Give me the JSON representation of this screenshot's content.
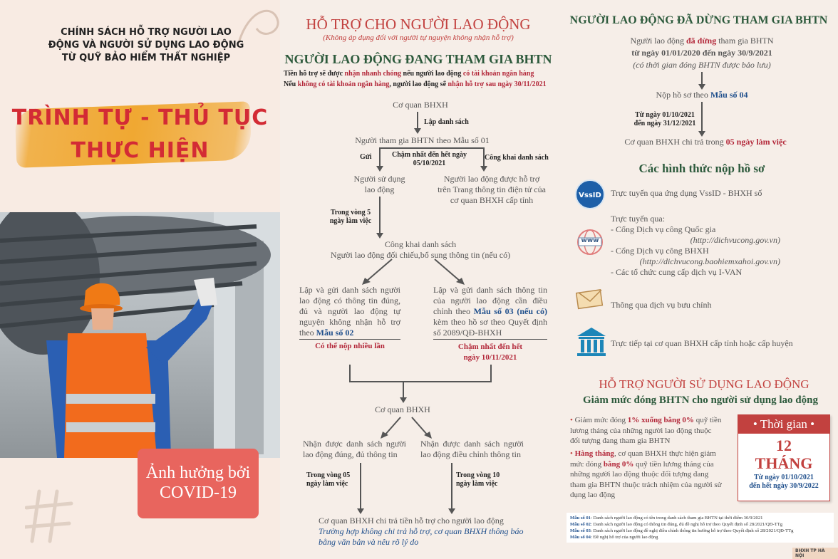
{
  "left": {
    "header_line1": "CHÍNH SÁCH HỖ TRỢ NGƯỜI LAO",
    "header_line2": "ĐỘNG VÀ NGƯỜI SỬ DỤNG LAO ĐỘNG",
    "header_line3": "TỪ QUỸ BẢO HIỂM THẤT NGHIỆP",
    "title_line1": "TRÌNH TỰ - THỦ TỤC",
    "title_line2": "THỰC HIỆN",
    "covid_line1": "Ảnh hưởng bởi",
    "covid_line2": "COVID-19"
  },
  "middle": {
    "heading": "HỖ TRỢ CHO NGƯỜI LAO ĐỘNG",
    "subheading": "(Không áp dụng đối với người tự nguyện không nhận hỗ trợ)",
    "section_title": "NGƯỜI LAO ĐỘNG ĐANG THAM GIA BHTN",
    "intro1_a": "Tiền hỗ trợ sẽ được ",
    "intro1_b": "nhận nhanh chóng",
    "intro1_c": " nếu người lao động ",
    "intro1_d": "có tài khoản ngân hàng",
    "intro2_a": "Nếu ",
    "intro2_b": "không có tài khoản ngân hàng",
    "intro2_c": ", người lao động sẽ ",
    "intro2_d": "nhận hỗ trợ sau ngày 30/11/2021",
    "n1": "Cơ quan BHXH",
    "l_lap": "Lập danh sách",
    "n2": "Người tham gia BHTN theo Mẫu số 01",
    "l_gui": "Gửi",
    "l_cham1": "Chậm nhất đến hết ngày",
    "l_cham1b": "05/10/2021",
    "l_congkhai": "Công khai danh sách",
    "n3a": "Người sử dụng",
    "n3b": "lao động",
    "n4a": "Người lao động được hỗ trợ",
    "n4b": "trên Trang thông tin điện tử của",
    "n4c": "cơ quan BHXH cấp tỉnh",
    "l_trong5a": "Trong vòng 5",
    "l_trong5b": "ngày làm việc",
    "n5a": "Công khai danh sách",
    "n5b": "Người lao động đối chiếu,bổ sung thông tin (nếu có)",
    "n6": "Lập và gửi danh sách người lao động có thông tin đúng, đủ và người lao động tự nguyện không nhận hỗ trợ theo ",
    "n6_link": "Mẫu số 02",
    "n6_note": "Có thể nộp nhiều lần",
    "n7a": "Lập và gửi danh sách thông tin của người lao động cần điều chỉnh theo ",
    "n7_link": "Mẫu số 03 (nếu có)",
    "n7b": " kèm theo hồ sơ theo Quyết định số 2089/QĐ-BHXH",
    "n7_note1": "Chậm nhất đến hết",
    "n7_note2": "ngày 10/11/2021",
    "n8": "Cơ quan BHXH",
    "n9": "Nhận được danh sách người lao động đúng, đủ thông tin",
    "n10": "Nhận được danh sách người lao động điều chỉnh thông tin",
    "l_trong05a": "Trong vòng 05",
    "l_trong05b": "ngày làm việc",
    "l_trong10a": "Trong vòng 10",
    "l_trong10b": "ngày làm việc",
    "n11": "Cơ quan BHXH chi trả tiền hỗ trợ cho người lao động",
    "n11_note1": "Trường hợp không chi trả hỗ trợ, cơ quan BHXH thông báo",
    "n11_note2": "bằng văn bản và nêu rõ lý do"
  },
  "right": {
    "heading": "NGƯỜI LAO ĐỘNG ĐÃ DỪNG THAM GIA BHTN",
    "r1a": "Người lao động ",
    "r1b": "đã dừng",
    "r1c": " tham gia BHTN",
    "r2": "từ ngày 01/01/2020 đến ngày 30/9/2021",
    "r3": "(có thời gian đóng BHTN được bảo lưu)",
    "r4a": "Nộp hồ sơ theo ",
    "r4b": "Mẫu số 04",
    "r5a": "Từ ngày 01/10/2021",
    "r5b": "đến ngày 31/12/2021",
    "r6a": "Cơ quan BHXH chi trả trong ",
    "r6b": "05 ngày làm việc",
    "forms_title": "Các hình thức nộp hồ sơ",
    "vssid_logo": "VssID",
    "f1": "Trực tuyến qua ứng dụng VssID - BHXH số",
    "www_logo": "www",
    "f2_title": "Trực tuyến qua:",
    "f2_a": "- Cổng Dịch vụ công Quốc gia",
    "f2_a_url": "(http://dichvucong.gov.vn)",
    "f2_b": "- Cổng Dịch vụ công BHXH",
    "f2_b_url": "(http://dichvucong.baohiemxahoi.gov.vn)",
    "f2_c": "- Các tổ chức cung cấp dịch vụ I-VAN",
    "f3": "Thông qua dịch vụ bưu chính",
    "f4": "Trực tiếp tại cơ quan BHXH cấp tỉnh hoặc cấp huyện",
    "employer_heading": "HỖ TRỢ NGƯỜI SỬ DỤNG LAO ĐỘNG",
    "employer_sub": "Giảm mức đóng BHTN cho người sử dụng lao động",
    "e1a": "Giảm mức đóng ",
    "e1b": "1% xuống bằng 0%",
    "e1c": " quỹ tiền lương tháng của những người lao động thuộc đối tượng đang tham gia BHTN",
    "e2a": "Hàng tháng",
    "e2b": ", cơ quan BHXH thực hiện giảm mức đóng ",
    "e2c": "bằng 0%",
    "e2d": " quỹ tiền lương tháng của những người lao động thuộc đối tượng đang tham gia BHTN thuộc trách nhiệm của người sử dụng lao động",
    "cal_header": "Thời gian",
    "cal_num": "12",
    "cal_unit": "THÁNG",
    "cal_from": "Từ ngày 01/10/2021",
    "cal_to": "đến hết ngày 30/9/2022",
    "fn1": "Mẫu số 01",
    "fn1_t": ": Danh sách người lao động có tên trong danh sách tham gia BHTN tại thời điểm 30/9/2021",
    "fn2": "Mẫu số 02",
    "fn2_t": ": Danh sách người lao động có thông tin đúng, đủ đề nghị hỗ trợ theo Quyết định số 28/2021/QĐ-TTg",
    "fn3": "Mẫu số 03",
    "fn3_t": ": Danh sách người lao động đề nghị điều chỉnh thông tin hưởng hỗ trợ theo Quyết định số 28/2021/QĐ-TTg",
    "fn4": "Mẫu số 04",
    "fn4_t": ": Đề nghị hỗ trợ của người lao động",
    "source": "BHXH TP HÀ NỘI"
  },
  "colors": {
    "red": "#b3283a",
    "blue": "#1f4f8c",
    "green": "#2d5a3c",
    "orange": "#f0a832",
    "salmon": "#e8655e"
  }
}
